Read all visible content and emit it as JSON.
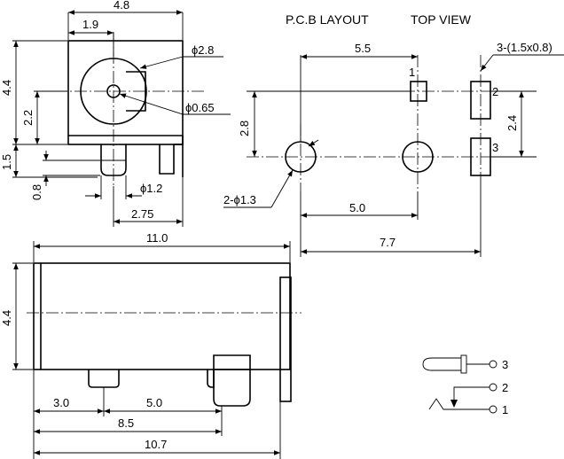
{
  "headers": {
    "pcb_layout": "P.C.B LAYOUT",
    "top_view": "TOP VIEW"
  },
  "top_left": {
    "width": "4.8",
    "pin_offset": "1.9",
    "hole_dia": "2.8",
    "pin_dia": "0.65",
    "height": "4.4",
    "center_height": "2.2",
    "lower_height": "1.5",
    "pin_length": "0.8",
    "lead_dia": "1.2",
    "lead_spacing": "2.75",
    "phi": "ϕ"
  },
  "pcb": {
    "span_top": "5.5",
    "pad_spec": "3-(1.5x0.8)",
    "pin1": "1",
    "pin2": "2",
    "pin3": "3",
    "vertical_offset": "2.8",
    "pad_spacing": "2.4",
    "hole_spec": "2-ϕ1.3",
    "hole_spacing": "5.0",
    "total_span": "7.7"
  },
  "side": {
    "length": "11.0",
    "height": "4.4",
    "dim_a": "3.0",
    "dim_b": "5.0",
    "dim_c": "8.5",
    "dim_d": "10.7"
  },
  "schematic": {
    "pin1": "1",
    "pin2": "2",
    "pin3": "3"
  }
}
